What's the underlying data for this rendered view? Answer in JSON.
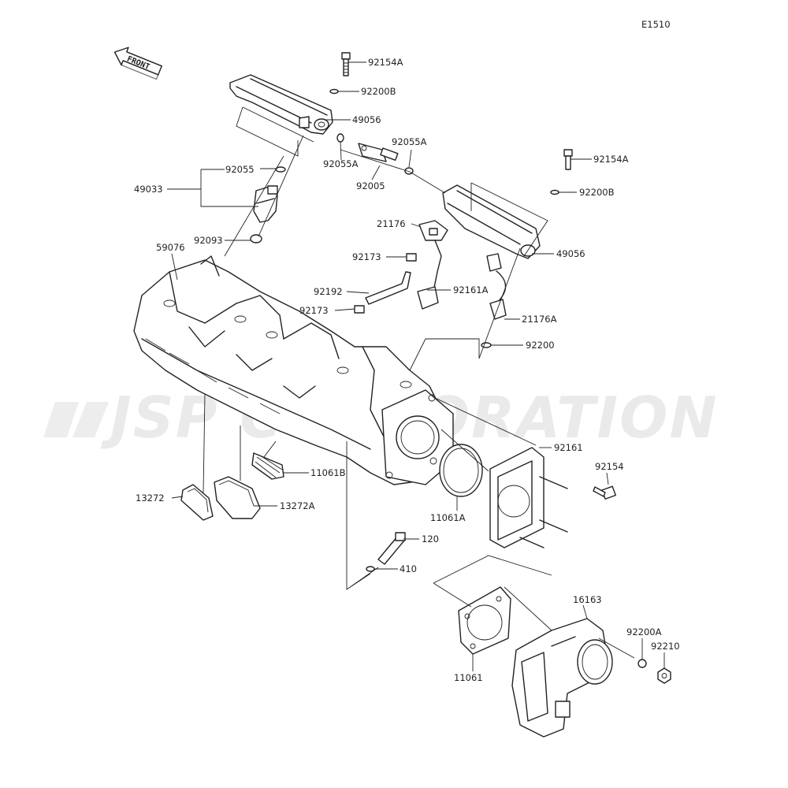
{
  "diagram_code": "E1510",
  "front_label": "FRONT",
  "watermark": "JSP CORPORATION",
  "callouts": [
    {
      "id": "c-92154a-top",
      "text": "92154A"
    },
    {
      "id": "c-92200b-top",
      "text": "92200B"
    },
    {
      "id": "c-49056-top",
      "text": "49056"
    },
    {
      "id": "c-92055a-left",
      "text": "92055A"
    },
    {
      "id": "c-92055a-right",
      "text": "92055A"
    },
    {
      "id": "c-92005",
      "text": "92005"
    },
    {
      "id": "c-92055",
      "text": "92055"
    },
    {
      "id": "c-49033",
      "text": "49033"
    },
    {
      "id": "c-92093",
      "text": "92093"
    },
    {
      "id": "c-59076",
      "text": "59076"
    },
    {
      "id": "c-92154a-right",
      "text": "92154A"
    },
    {
      "id": "c-92200b-right",
      "text": "92200B"
    },
    {
      "id": "c-21176",
      "text": "21176"
    },
    {
      "id": "c-49056-right",
      "text": "49056"
    },
    {
      "id": "c-92173-top",
      "text": "92173"
    },
    {
      "id": "c-92192",
      "text": "92192"
    },
    {
      "id": "c-92161a",
      "text": "92161A"
    },
    {
      "id": "c-92173-bottom",
      "text": "92173"
    },
    {
      "id": "c-21176a",
      "text": "21176A"
    },
    {
      "id": "c-92200",
      "text": "92200"
    },
    {
      "id": "c-92161",
      "text": "92161"
    },
    {
      "id": "c-92154",
      "text": "92154"
    },
    {
      "id": "c-11061b",
      "text": "11061B"
    },
    {
      "id": "c-13272",
      "text": "13272"
    },
    {
      "id": "c-13272a",
      "text": "13272A"
    },
    {
      "id": "c-11061a",
      "text": "11061A"
    },
    {
      "id": "c-120",
      "text": "120"
    },
    {
      "id": "c-410",
      "text": "410"
    },
    {
      "id": "c-16163",
      "text": "16163"
    },
    {
      "id": "c-92200a",
      "text": "92200A"
    },
    {
      "id": "c-92210",
      "text": "92210"
    },
    {
      "id": "c-11061",
      "text": "11061"
    }
  ]
}
